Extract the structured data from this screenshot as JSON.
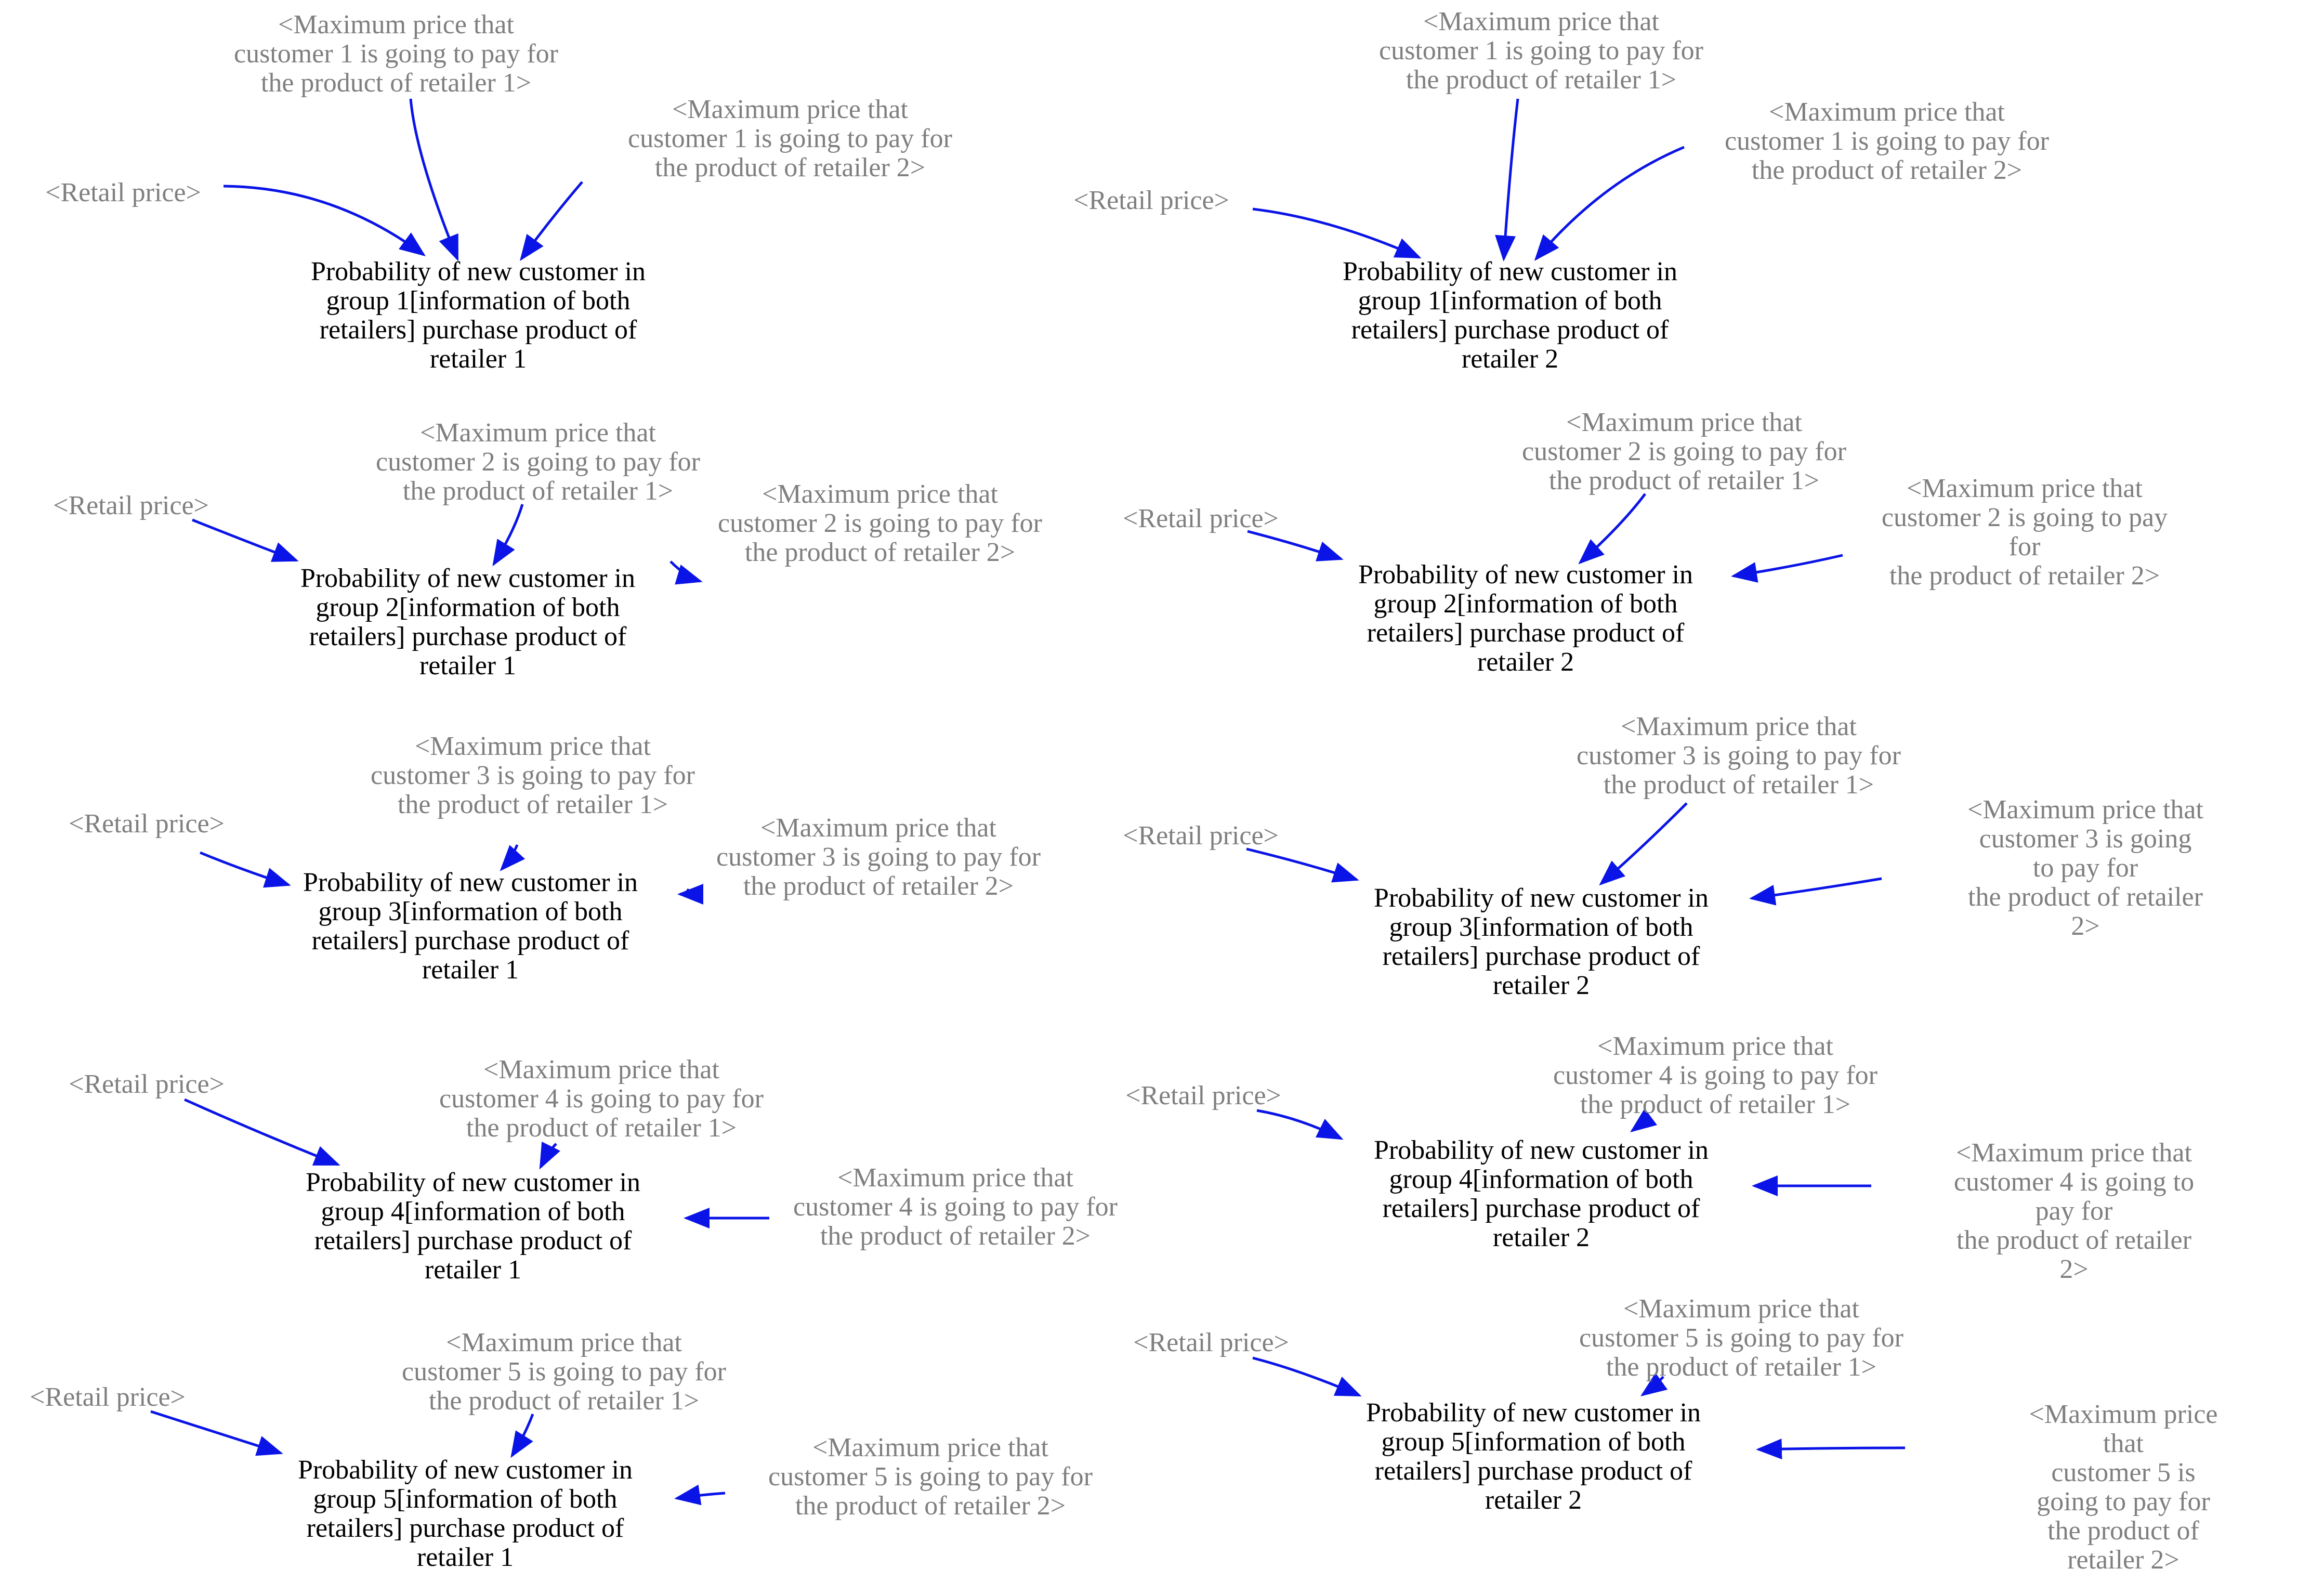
{
  "colors": {
    "arrow": "#0a14e6",
    "variable_text": "#000000",
    "shadow_text": "#7f7f7f",
    "background": "#ffffff"
  },
  "panels": [
    {
      "variable": "Probability of new customer in\ngroup 1[information of both\nretailers] purchase product of\nretailer 1",
      "inputs": [
        "<Maximum price that\ncustomer 1 is going to pay for\nthe product of retailer 1>",
        "<Maximum price that\ncustomer 1 is going to pay for\nthe product of retailer 2>",
        "<Retail price>"
      ]
    },
    {
      "variable": "Probability of new customer in\ngroup 1[information of both\nretailers] purchase product of\nretailer 2",
      "inputs": [
        "<Maximum price that\ncustomer 1 is going to pay for\nthe product of retailer 1>",
        "<Maximum price that\ncustomer 1 is going to pay for\nthe product of retailer 2>",
        "<Retail price>"
      ]
    },
    {
      "variable": "Probability of new customer in\ngroup 2[information of both\nretailers] purchase product of\nretailer 1",
      "inputs": [
        "<Maximum price that\ncustomer 2 is going to pay for\nthe product of retailer 1>",
        "<Maximum price that\ncustomer 2 is going to pay for\nthe product of retailer 2>",
        "<Retail price>"
      ]
    },
    {
      "variable": "Probability of new customer in\ngroup 2[information of both\nretailers] purchase product of\nretailer 2",
      "inputs": [
        "<Maximum price that\ncustomer 2 is going to pay for\nthe product of retailer 1>",
        "<Maximum price that\ncustomer 2 is going to pay for\nthe product of retailer 2>",
        "<Retail price>"
      ]
    },
    {
      "variable": "Probability of new customer in\ngroup 3[information of both\nretailers] purchase product of\nretailer 1",
      "inputs": [
        "<Maximum price that\ncustomer 3 is going to pay for\nthe product of retailer 1>",
        "<Maximum price that\ncustomer 3 is going to pay for\nthe product of retailer 2>",
        "<Retail price>"
      ]
    },
    {
      "variable": "Probability of new customer in\ngroup 3[information of both\nretailers] purchase product of\nretailer 2",
      "inputs": [
        "<Maximum price that\ncustomer 3 is going to pay for\nthe product of retailer 1>",
        "<Maximum price that\ncustomer 3 is going to pay for\nthe product of retailer 2>",
        "<Retail price>"
      ]
    },
    {
      "variable": "Probability of new customer in\ngroup 4[information of both\nretailers] purchase product of\nretailer 1",
      "inputs": [
        "<Maximum price that\ncustomer 4 is going to pay for\nthe product of retailer 1>",
        "<Maximum price that\ncustomer 4 is going to pay for\nthe product of retailer 2>",
        "<Retail price>"
      ]
    },
    {
      "variable": "Probability of new customer in\ngroup 4[information of both\nretailers] purchase product of\nretailer 2",
      "inputs": [
        "<Maximum price that\ncustomer 4 is going to pay for\nthe product of retailer 1>",
        "<Maximum price that\ncustomer 4 is going to pay for\nthe product of retailer 2>",
        "<Retail price>"
      ]
    },
    {
      "variable": "Probability of new customer in\ngroup 5[information of both\nretailers] purchase product of\nretailer 1",
      "inputs": [
        "<Maximum price that\ncustomer 5 is going to pay for\nthe product of retailer 1>",
        "<Maximum price that\ncustomer 5 is going to pay for\nthe product of retailer 2>",
        "<Retail price>"
      ]
    },
    {
      "variable": "Probability of new customer in\ngroup 5[information of both\nretailers] purchase product of\nretailer 2",
      "inputs": [
        "<Maximum price that\ncustomer 5 is going to pay for\nthe product of retailer 1>",
        "<Maximum price that\ncustomer 5 is going to pay for\nthe product of retailer 2>",
        "<Retail price>"
      ]
    }
  ]
}
